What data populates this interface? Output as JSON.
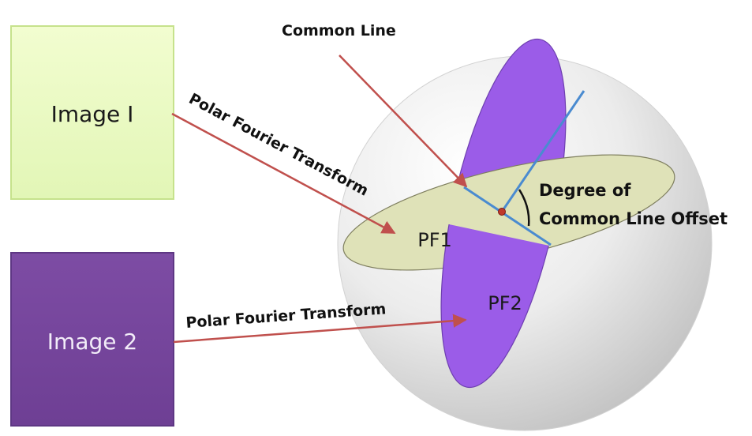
{
  "boxes": {
    "image1": {
      "label": "Image I",
      "fill": "#ecfbc6",
      "stroke": "#c6e28c",
      "text_color": "#1a1a1a"
    },
    "image2": {
      "label": "Image 2",
      "fill": "#7a4aa0",
      "stroke": "#5e3784",
      "text_color": "#f2ecf8"
    }
  },
  "planes": {
    "pf1": {
      "label": "PF1",
      "fill": "#dfe2b8"
    },
    "pf2": {
      "label": "PF2",
      "fill": "#9b5ce8"
    }
  },
  "annotations": {
    "common_line": "Common Line",
    "pft_upper": "Polar Fourier Transform",
    "pft_lower": "Polar Fourier Transform",
    "offset_line1": "Degree of",
    "offset_line2": "Common Line Offset"
  },
  "colors": {
    "arrow": "#c0504d",
    "common_line": "#4a8bd0",
    "center_dot": "#c0392b",
    "sphere_light": "#ffffff",
    "sphere_dark": "#c4c4c4"
  }
}
